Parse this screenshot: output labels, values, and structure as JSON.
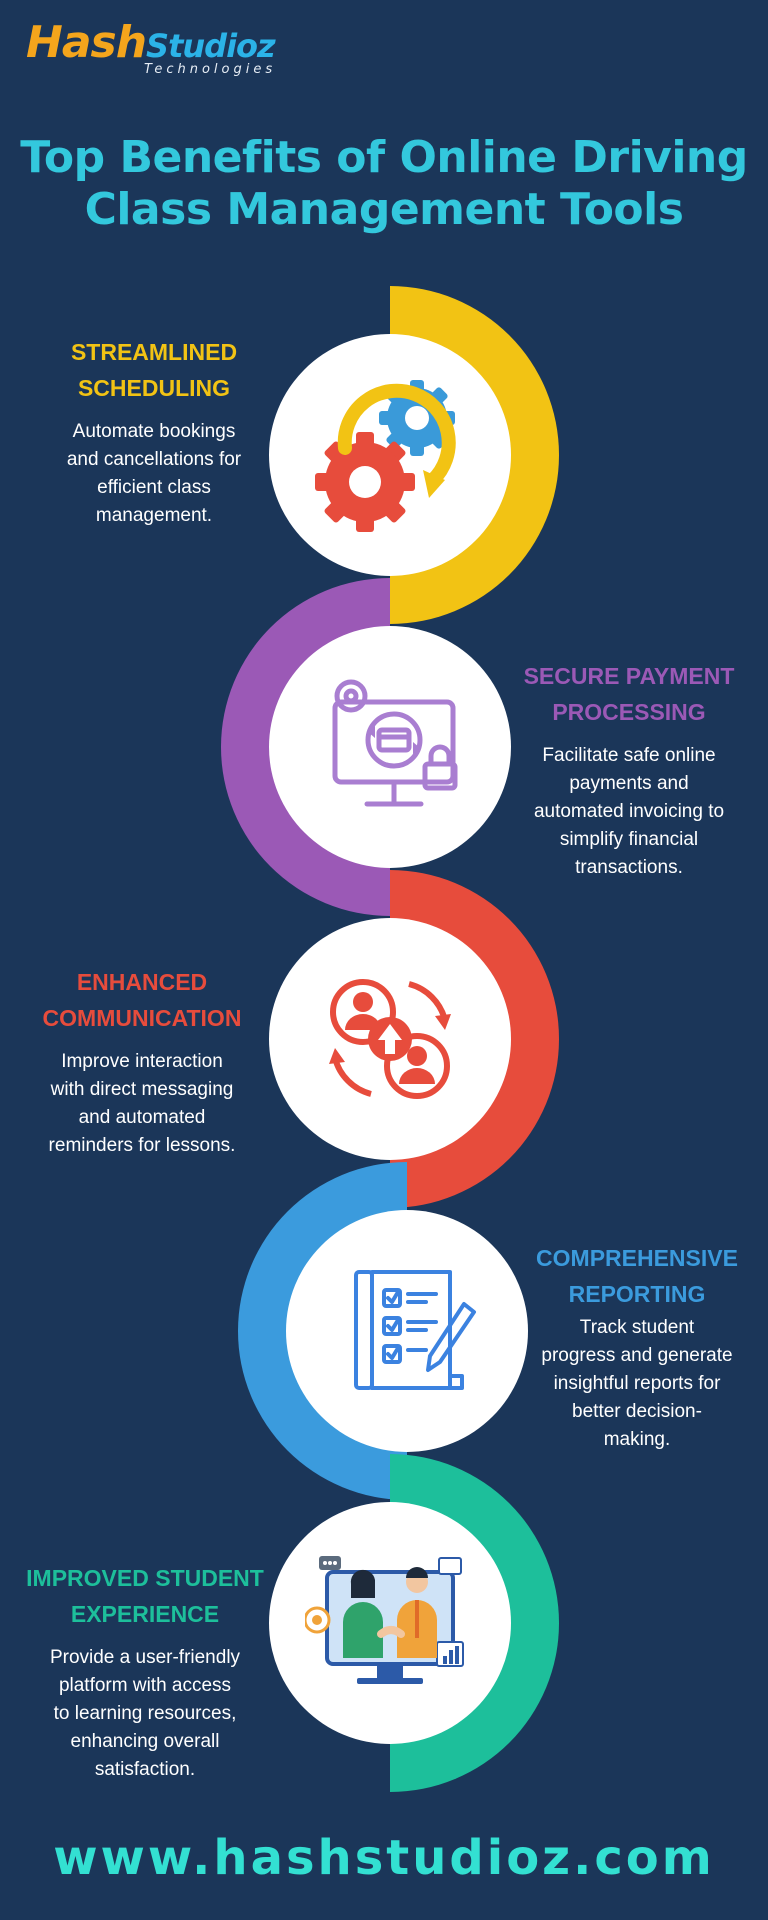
{
  "logo": {
    "brand_part1": "Hash",
    "brand_part2": "Studioz",
    "tagline": "Technologies"
  },
  "title": {
    "line1": "Top Benefits of Online Driving",
    "line2": "Class Management Tools"
  },
  "colors": {
    "background": "#1b3659",
    "title": "#33c8dd",
    "footer": "#33e0d2"
  },
  "benefits": [
    {
      "heading_line1": "STREAMLINED",
      "heading_line2": "SCHEDULING",
      "desc_lines": [
        "Automate bookings",
        "and cancellations for",
        "efficient class",
        "management."
      ],
      "color": "#f2c314",
      "icon": "gears-icon"
    },
    {
      "heading_line1": "SECURE PAYMENT",
      "heading_line2": "PROCESSING",
      "desc_lines": [
        "Facilitate safe online",
        "payments and",
        "automated invoicing to",
        "simplify financial",
        "transactions."
      ],
      "color": "#9b59b6",
      "icon": "secure-payment-monitor-icon"
    },
    {
      "heading_line1": "ENHANCED",
      "heading_line2": "COMMUNICATION",
      "desc_lines": [
        "Improve interaction",
        "with direct messaging",
        "and automated",
        "reminders for lessons."
      ],
      "color": "#e74c3c",
      "icon": "users-exchange-icon"
    },
    {
      "heading_line1": "COMPREHENSIVE",
      "heading_line2": "REPORTING",
      "desc_lines": [
        "Track student",
        "progress and generate",
        "insightful reports for",
        "better decision-",
        "making."
      ],
      "color": "#3b9bdd",
      "icon": "report-checklist-icon"
    },
    {
      "heading_line1": "IMPROVED STUDENT",
      "heading_line2": "EXPERIENCE",
      "desc_lines": [
        "Provide a user-friendly",
        "platform with access",
        "to learning resources,",
        "enhancing overall",
        "satisfaction."
      ],
      "color": "#1dbf9b",
      "icon": "student-teacher-icon"
    }
  ],
  "footer": {
    "url": "www.hashstudioz.com"
  }
}
